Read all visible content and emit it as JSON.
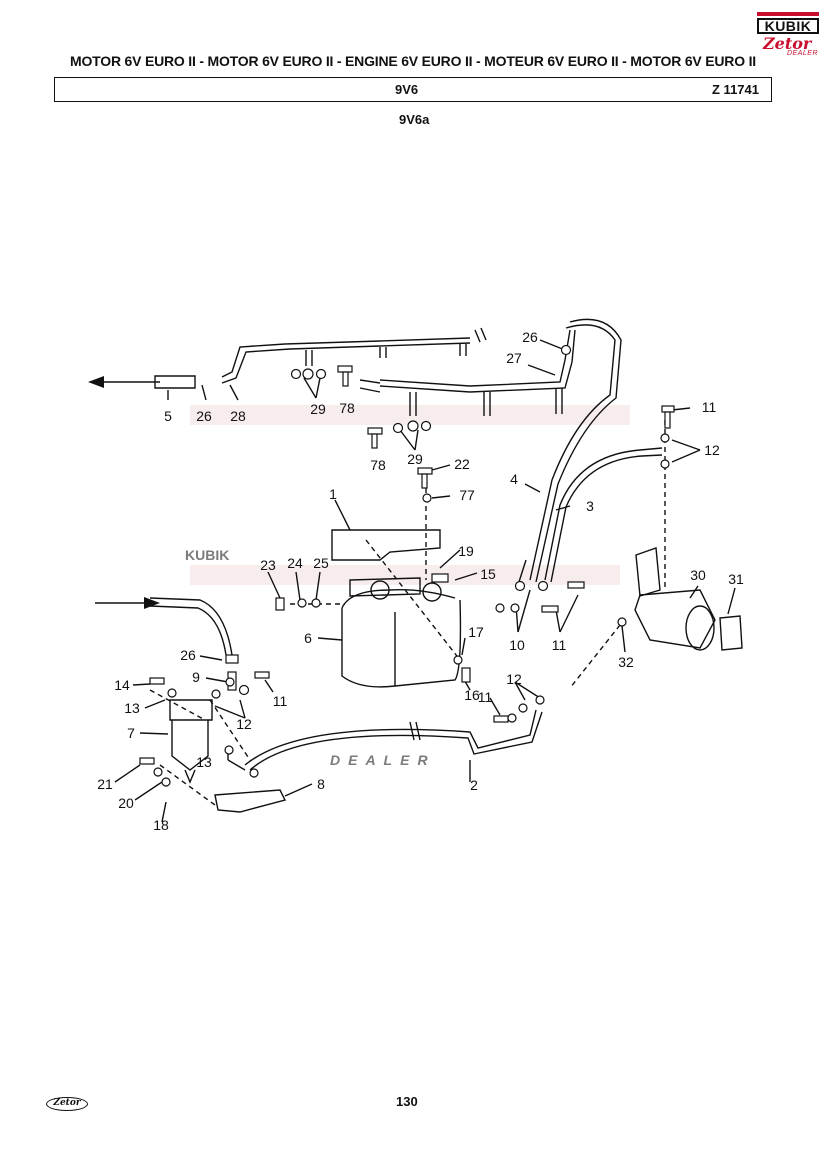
{
  "header": {
    "title": "MOTOR 6V EURO II - MOTOR 6V EURO II - ENGINE 6V EURO II - MOTEUR 6V EURO II - MOTOR 6V EURO II",
    "section_code": "9V6",
    "drawing_number": "Z 11741",
    "variant": "9V6a"
  },
  "logo": {
    "top_text": "KUBIK",
    "brand": "Zetor",
    "sub": "DEALER",
    "accent": "#c8102e"
  },
  "watermark": {
    "line1": "KUBIK",
    "line2": "DEALER",
    "color": "#f3dede"
  },
  "footer": {
    "logo_text": "Zetor",
    "page_number": "130"
  },
  "callouts": [
    "5",
    "26",
    "28",
    "29",
    "78",
    "26",
    "27",
    "11",
    "12",
    "78",
    "29",
    "22",
    "77",
    "4",
    "3",
    "1",
    "19",
    "15",
    "23",
    "24",
    "25",
    "30",
    "31",
    "10",
    "11",
    "6",
    "17",
    "32",
    "26",
    "9",
    "14",
    "11",
    "13",
    "12",
    "16",
    "11",
    "12",
    "7",
    "13",
    "8",
    "2",
    "21",
    "20",
    "18"
  ]
}
